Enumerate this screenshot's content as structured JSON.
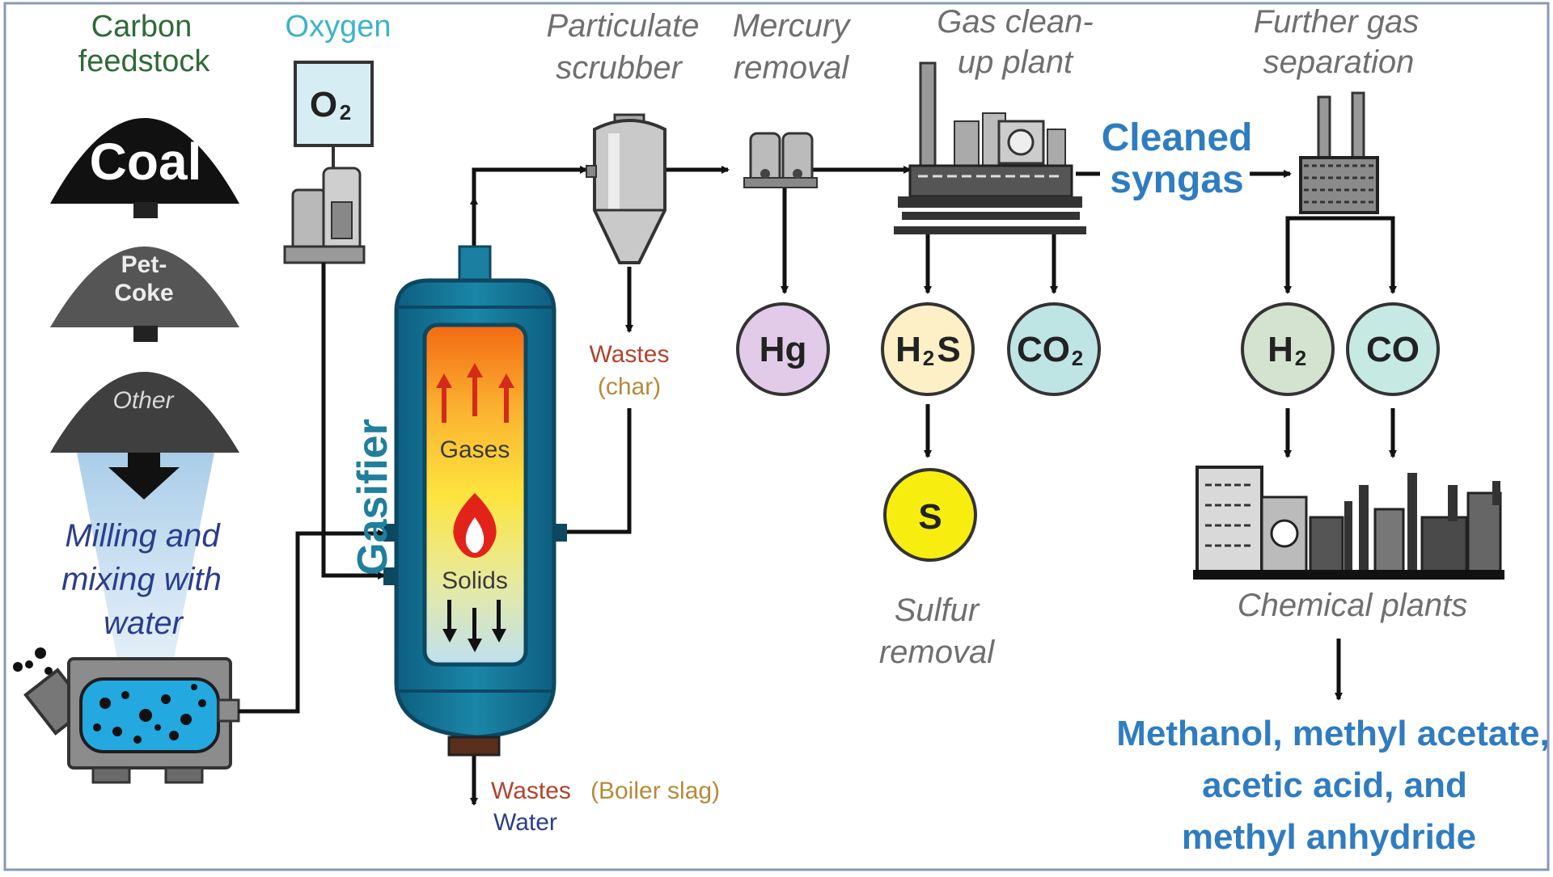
{
  "feedstock": {
    "title_line1": "Carbon",
    "title_line2": "feedstock",
    "coal": "Coal",
    "petcoke_line1": "Pet-",
    "petcoke_line2": "Coke",
    "other": "Other",
    "milling_line1": "Milling and",
    "milling_line2": "mixing with",
    "milling_line3": "water"
  },
  "oxygen": {
    "title": "Oxygen",
    "box_main": "O",
    "box_sub": "2"
  },
  "gasifier": {
    "label": "Gasifier",
    "gases": "Gases",
    "solids": "Solids",
    "bottom_wastes": "Wastes",
    "bottom_slag": "(Boiler slag)",
    "bottom_water": "Water"
  },
  "scrubber": {
    "title_line1": "Particulate",
    "title_line2": "scrubber",
    "wastes": "Wastes",
    "char": "(char)"
  },
  "mercury": {
    "title_line1": "Mercury",
    "title_line2": "removal",
    "circle": "Hg"
  },
  "cleanup": {
    "title_line1": "Gas clean-",
    "title_line2": "up plant",
    "h2s_main": "H",
    "h2s_sub": "2",
    "h2s_end": "S",
    "co2_main": "CO",
    "co2_sub": "2",
    "sulfur": "S",
    "sulfur_line1": "Sulfur",
    "sulfur_line2": "removal"
  },
  "syngas": {
    "line1": "Cleaned",
    "line2": "syngas"
  },
  "separation": {
    "title_line1": "Further gas",
    "title_line2": "separation",
    "h2_main": "H",
    "h2_sub": "2",
    "co": "CO"
  },
  "chemical": {
    "label": "Chemical plants",
    "products_line1": "Methanol, methyl acetate,",
    "products_line2": "acetic acid, and",
    "products_line3": "methyl anhydride"
  },
  "colors": {
    "green_label": "#2e6b38",
    "oxygen_label": "#3cb3c9",
    "blue_text": "#2f7cc1",
    "teal": "#1f7f9c",
    "hg": "#e2cbe9",
    "h2s": "#fdf0c6",
    "co2": "#bfe4e4",
    "sulfur": "#f7ee10",
    "h2": "#d4e3cf",
    "co": "#c6e9e4",
    "wastes_red": "#b2432d",
    "wastes_tan": "#b68a3b",
    "water_navy": "#2b3f8a",
    "milling_navy": "#2a3e8c"
  }
}
